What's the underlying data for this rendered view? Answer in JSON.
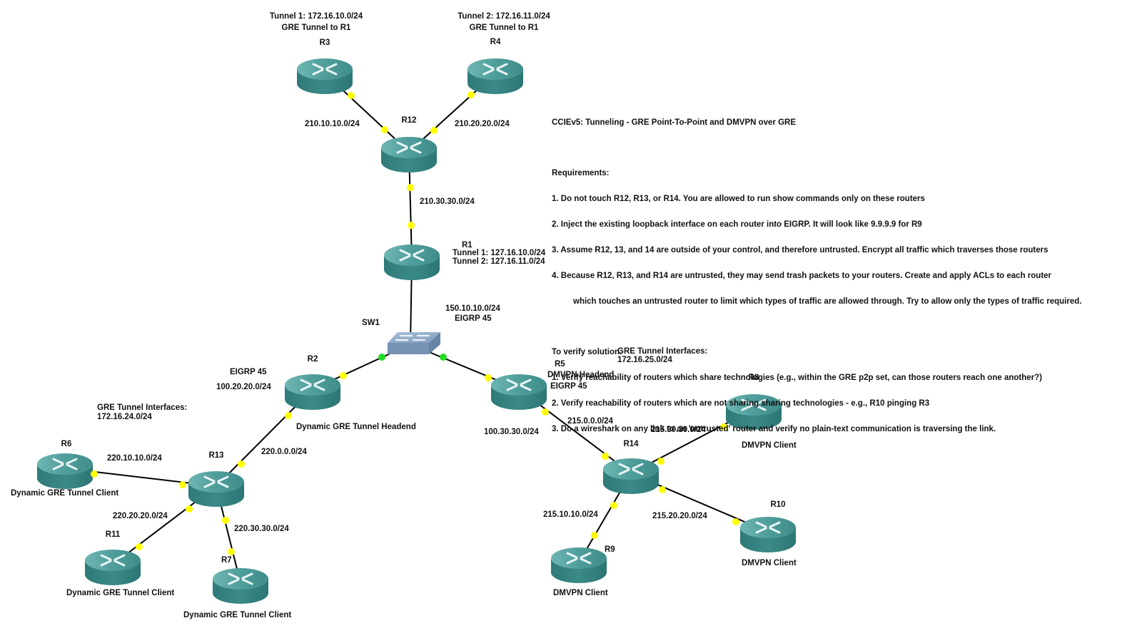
{
  "title": "CCIEv5: Tunneling - GRE Point-To-Point and DMVPN over GRE",
  "requirements": {
    "heading": "Requirements:",
    "items": [
      "1. Do not touch R12, R13, or R14. You are allowed to run show commands only on these routers",
      "2. Inject the existing loopback interface on each router into EIGRP. It will look like 9.9.9.9 for R9",
      "3. Assume R12, 13, and 14 are outside of your control, and therefore untrusted. Encrypt all traffic which traverses those routers",
      "4. Because R12, R13, and R14 are untrusted, they may send trash packets to your routers. Create and apply ACLs to each router",
      "which touches an untrusted router to limit which types of traffic are allowed through. Try to allow only the types of traffic required."
    ]
  },
  "verify": {
    "heading": "To verify solution:",
    "items": [
      "1. Verify reachability of routers which share technologies (e.g., within the GRE p2p set, can those routers reach one another?)",
      "2. Verify reachability of routers which are not sharing sharing technologies - e.g., R10 pinging R3",
      "3. Do a wireshark on any link to an 'untrusted' router and verify no plain-text communication is traversing the link."
    ]
  },
  "colors": {
    "router": "#3a8a88",
    "router_top": "#5aa9a6",
    "switch": "#8ba7c4",
    "link": "#000000",
    "port_up": "#ffff00",
    "port_switch": "#22dd22"
  },
  "devices": [
    {
      "id": "R3",
      "type": "router",
      "name": "R3"
    },
    {
      "id": "R4",
      "type": "router",
      "name": "R4"
    },
    {
      "id": "R12",
      "type": "router",
      "name": "R12"
    },
    {
      "id": "R1",
      "type": "router",
      "name": "R1"
    },
    {
      "id": "SW1",
      "type": "switch",
      "name": "SW1"
    },
    {
      "id": "R2",
      "type": "router",
      "name": "R2"
    },
    {
      "id": "R5",
      "type": "router",
      "name": "R5"
    },
    {
      "id": "R13",
      "type": "router",
      "name": "R13"
    },
    {
      "id": "R6",
      "type": "router",
      "name": "R6"
    },
    {
      "id": "R11",
      "type": "router",
      "name": "R11"
    },
    {
      "id": "R7",
      "type": "router",
      "name": "R7"
    },
    {
      "id": "R14",
      "type": "router",
      "name": "R14"
    },
    {
      "id": "R8",
      "type": "router",
      "name": "R8"
    },
    {
      "id": "R9",
      "type": "router",
      "name": "R9"
    },
    {
      "id": "R10",
      "type": "router",
      "name": "R10"
    }
  ],
  "links": [
    {
      "from": "R3",
      "to": "R12",
      "subnet": "210.10.10.0/24"
    },
    {
      "from": "R4",
      "to": "R12",
      "subnet": "210.20.20.0/24"
    },
    {
      "from": "R12",
      "to": "R1",
      "subnet": "210.30.30.0/24"
    },
    {
      "from": "R1",
      "to": "SW1",
      "subnet": "150.10.10.0/24"
    },
    {
      "from": "SW1",
      "to": "R2",
      "subnet": ""
    },
    {
      "from": "SW1",
      "to": "R5",
      "subnet": ""
    },
    {
      "from": "R2",
      "to": "R13",
      "subnet": "220.0.0.0/24"
    },
    {
      "from": "R13",
      "to": "R6",
      "subnet": "220.10.10.0/24"
    },
    {
      "from": "R13",
      "to": "R11",
      "subnet": "220.20.20.0/24"
    },
    {
      "from": "R13",
      "to": "R7",
      "subnet": "220.30.30.0/24"
    },
    {
      "from": "R5",
      "to": "R14",
      "subnet": "215.0.0.0/24"
    },
    {
      "from": "R14",
      "to": "R8",
      "subnet": "215.30.30.0/24"
    },
    {
      "from": "R14",
      "to": "R9",
      "subnet": "215.10.10.0/24"
    },
    {
      "from": "R14",
      "to": "R10",
      "subnet": "215.20.20.0/24"
    }
  ],
  "labels": {
    "r3_tunnel": "Tunnel 1: 172.16.10.0/24",
    "r3_desc": "GRE Tunnel to R1",
    "r4_tunnel": "Tunnel 2: 172.16.11.0/24",
    "r4_desc": "GRE Tunnel to R1",
    "r1_tunnel1": "Tunnel 1: 127.16.10.0/24",
    "r1_tunnel2": "Tunnel 2: 127.16.11.0/24",
    "sw1_subnet": "150.10.10.0/24",
    "sw1_eigrp": "EIGRP 45",
    "r2_eigrp": "EIGRP 45",
    "r2_subnet": "100.20.20.0/24",
    "r2_desc": "Dynamic GRE Tunnel Headend",
    "r5_desc": "DMVPN Headend",
    "r5_eigrp": "EIGRP 45",
    "r5_subnet": "100.30.30.0/24",
    "gre_left_title": "GRE Tunnel Interfaces:",
    "gre_left_subnet": "172.16.24.0/24",
    "gre_right_title": "GRE Tunnel Interfaces:",
    "gre_right_subnet": "172.16.25.0/24",
    "r6_desc": "Dynamic GRE Tunnel Client",
    "r11_desc": "Dynamic GRE Tunnel Client",
    "r7_desc": "Dynamic GRE Tunnel Client",
    "r8_desc": "DMVPN Client",
    "r9_desc": "DMVPN Client",
    "r10_desc": "DMVPN Client"
  }
}
